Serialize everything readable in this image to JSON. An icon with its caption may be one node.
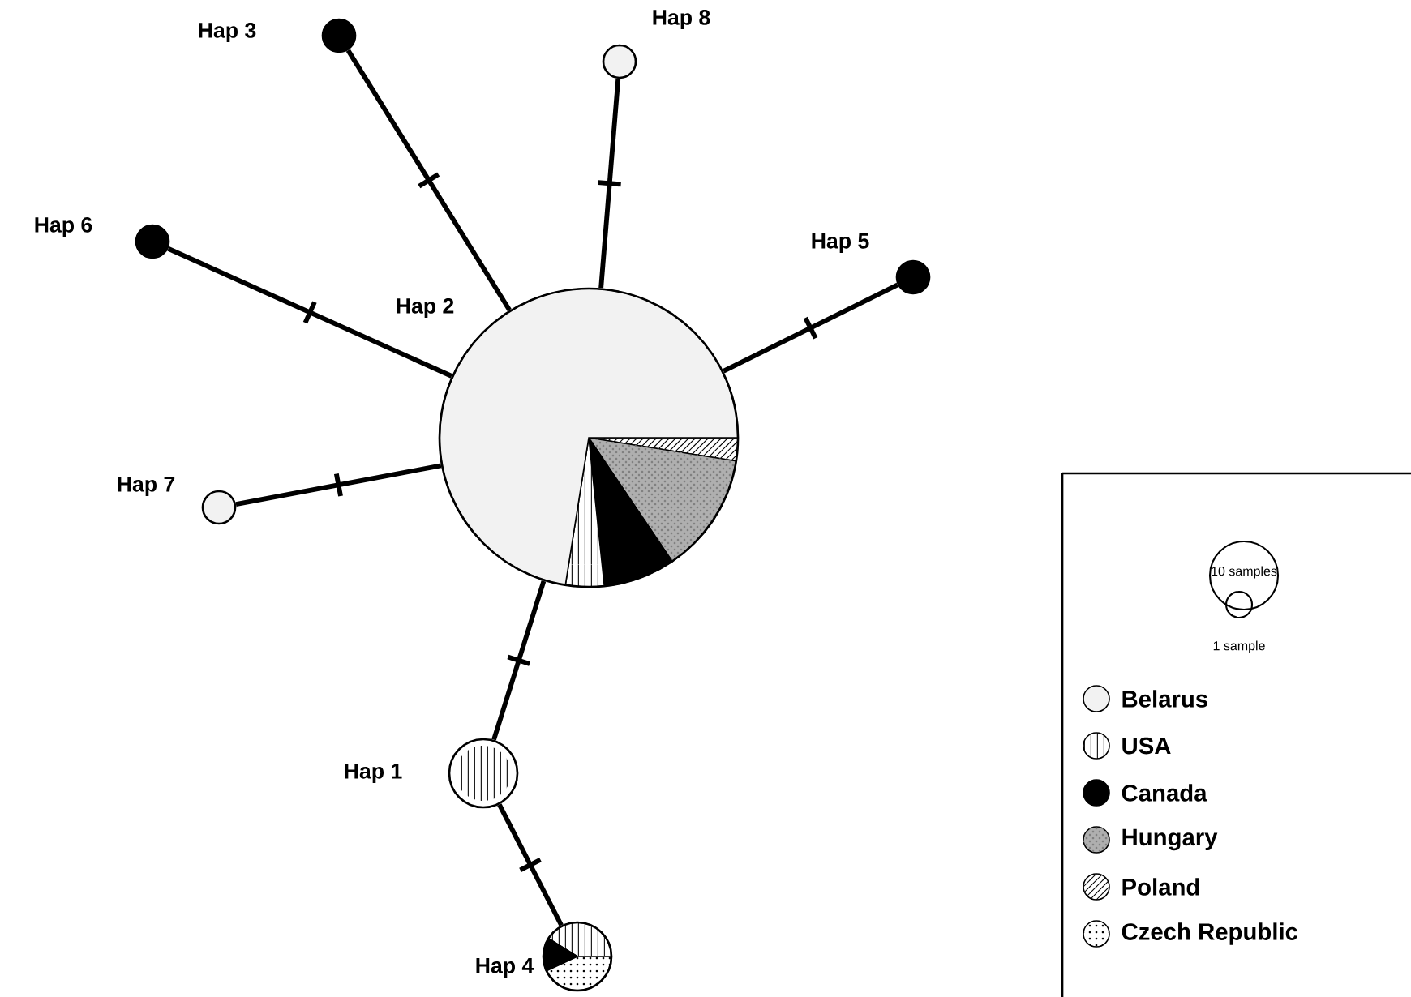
{
  "diagram": {
    "nodes": [
      {
        "text": [],
        "shape": "circle",
        "beside": [
          "Hap 3"
        ]
      },
      {
        "text": [],
        "shape": "circle",
        "beside": [
          "Hap 8"
        ]
      },
      {
        "text": [],
        "shape": "circle",
        "beside": [
          "Hap 6"
        ]
      },
      {
        "text": [],
        "shape": "circle",
        "beside": [
          "Hap 5"
        ]
      },
      {
        "text": [],
        "shape": "circle",
        "beside": [
          "Hap 2"
        ]
      },
      {
        "text": [],
        "shape": "circle",
        "beside": [
          "Hap 7"
        ]
      },
      {
        "text": [],
        "shape": "circle",
        "beside": [
          "Hap 1"
        ]
      },
      {
        "text": [],
        "shape": "circle",
        "beside": [
          "Hap 4"
        ]
      }
    ],
    "edges": [
      {
        "from": 4,
        "to": 0,
        "arrow": "none"
      },
      {
        "from": 4,
        "to": 1,
        "arrow": "none"
      },
      {
        "from": 4,
        "to": 2,
        "arrow": "none"
      },
      {
        "from": 4,
        "to": 3,
        "arrow": "none"
      },
      {
        "from": 4,
        "to": 5,
        "arrow": "none"
      },
      {
        "from": 4,
        "to": 6,
        "arrow": "none"
      },
      {
        "from": 6,
        "to": 7,
        "arrow": "none"
      }
    ],
    "labels": [
      "10 samples",
      "1 sample"
    ],
    "legend": [
      {
        "text": "Belarus",
        "color": "#f2f2f2"
      },
      {
        "text": "USA"
      },
      {
        "text": "Canada",
        "color": "#000000"
      },
      {
        "text": "Hungary"
      },
      {
        "text": "Poland"
      },
      {
        "text": "Czech Republic"
      }
    ]
  }
}
